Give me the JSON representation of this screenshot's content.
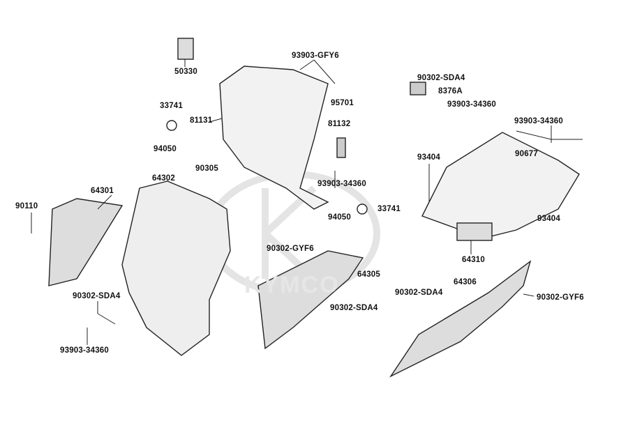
{
  "watermark": "KYMCO",
  "labels": [
    "50330",
    "93903-GFY6",
    "90302-SDA4",
    "8376A",
    "93903-34360",
    "93903-34360",
    "33741",
    "81131",
    "95701",
    "81132",
    "94050",
    "93404",
    "90677",
    "64302",
    "90305",
    "93903-34360",
    "64301",
    "90110",
    "94050",
    "33741",
    "93404",
    "90302-GYF6",
    "64310",
    "64305",
    "64306",
    "90302-SDA4",
    "90302-SDA4",
    "90302-GYF6",
    "90302-SDA4",
    "93903-34360"
  ]
}
